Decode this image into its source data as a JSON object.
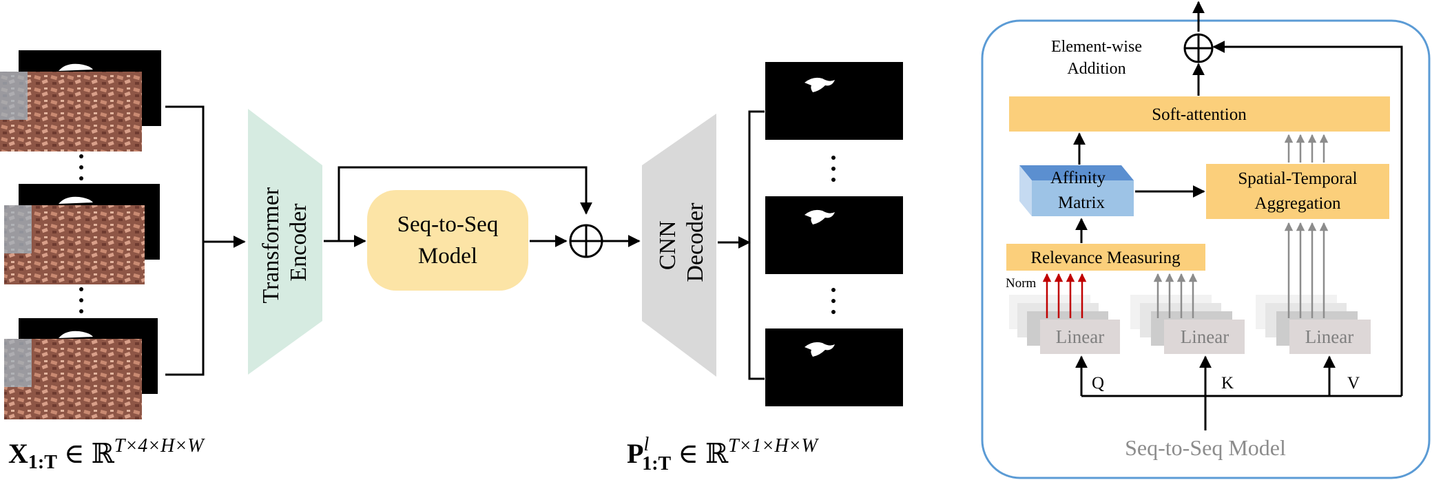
{
  "left": {
    "encoder_label": [
      "Transformer",
      "Encoder"
    ],
    "seq2seq_label": [
      "Seq-to-Seq",
      "Model"
    ],
    "decoder_label": [
      "CNN",
      "Decoder"
    ],
    "input_formula": {
      "main": "X",
      "sub": "1:T",
      "rest": " ∈ ℝ",
      "sup": "T×4×H×W"
    },
    "output_formula": {
      "main": "P",
      "sup_l": "l",
      "sub": "1:T",
      "rest": " ∈ ℝ",
      "sup": "T×1×H×W"
    }
  },
  "right": {
    "element_wise_label": [
      "Element-wise",
      "Addition"
    ],
    "soft_attention_label": "Soft-attention",
    "affinity_label": [
      "Affinity",
      "Matrix"
    ],
    "aggregation_label": [
      "Spatial-Temporal",
      "Aggregation"
    ],
    "relevance_label": "Relevance Measuring",
    "norm_label": "Norm",
    "linear_label": "Linear",
    "q_label": "Q",
    "k_label": "K",
    "v_label": "V",
    "bottom_title": "Seq-to-Seq Model"
  },
  "colors": {
    "encoder": "#d6ebe1",
    "seq2seq": "#fce4a6",
    "decoder": "#d9d9d9",
    "orange_box": "#fbcf7b",
    "affinity_front": "#9dc3e6",
    "affinity_top": "#5b8fd0",
    "affinity_side": "#c5daf1",
    "panel_border": "#5b9bd5",
    "norm_arrows": "#c00000",
    "gray_arrows": "#8c8c8c"
  }
}
